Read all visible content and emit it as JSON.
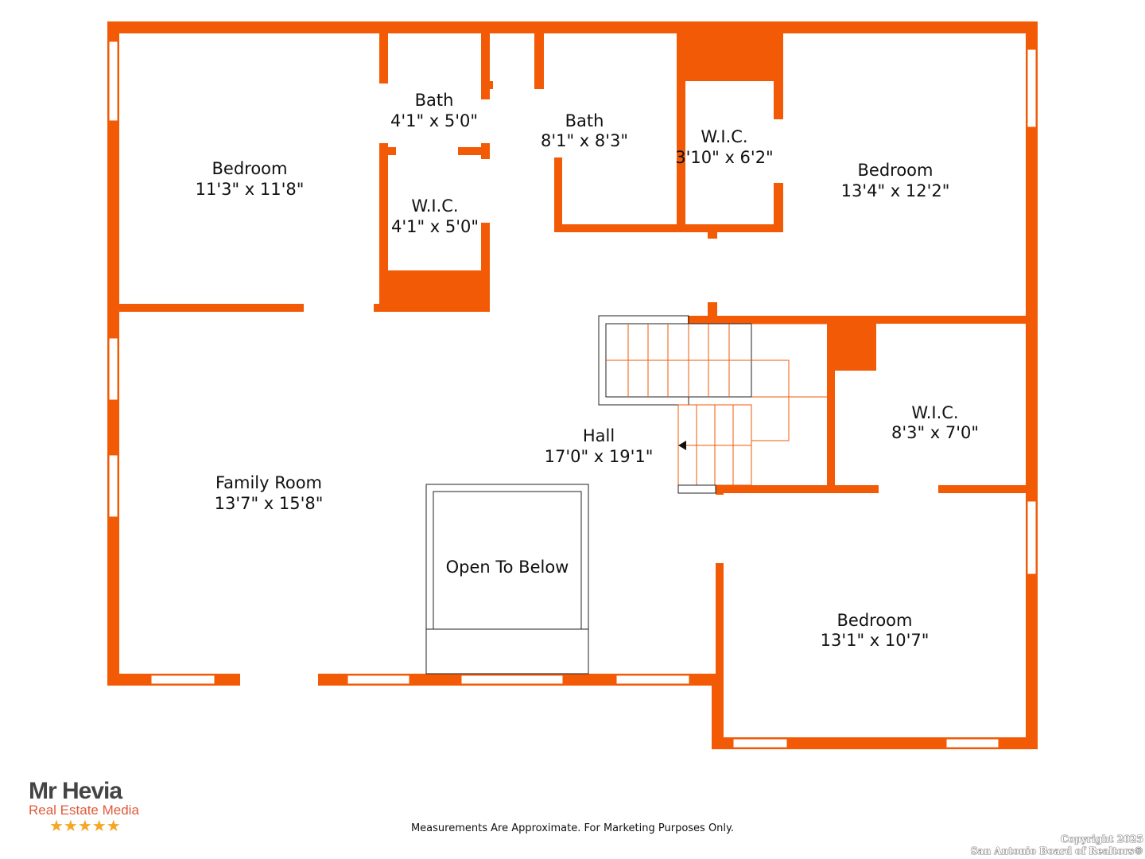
{
  "rooms": [
    {
      "name": "Bedroom",
      "size": "11'3\" x 11'8\""
    },
    {
      "name": "Bath",
      "size": "4'1\" x 5'0\""
    },
    {
      "name": "W.I.C.",
      "size": "4'1\" x 5'0\""
    },
    {
      "name": "Bath",
      "size": "8'1\" x 8'3\""
    },
    {
      "name": "W.I.C.",
      "size": "3'10\" x 6'2\""
    },
    {
      "name": "Bedroom",
      "size": "13'4\" x 12'2\""
    },
    {
      "name": "Family Room",
      "size": "13'7\" x 15'8\""
    },
    {
      "name": "Hall",
      "size": "17'0\" x 19'1\""
    },
    {
      "name": "W.I.C.",
      "size": "8'3\" x 7'0\""
    },
    {
      "name": "Open To Below",
      "size": ""
    },
    {
      "name": "Bedroom",
      "size": "13'1\" x 10'7\""
    }
  ],
  "colors": {
    "wall": "#f25a05"
  },
  "footer": {
    "note": "Measurements Are Approximate. For Marketing Purposes Only.",
    "copyright_line1": "Copyright 2025",
    "copyright_line2": "San Antonio Board of Realtors®"
  },
  "logo": {
    "brand": "Mr Hevia",
    "tagline": "Real Estate Media",
    "stars": "★★★★★"
  }
}
